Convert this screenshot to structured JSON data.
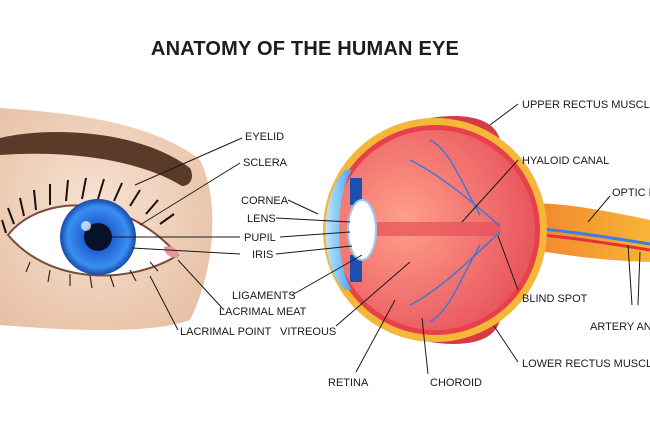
{
  "title": "ANATOMY OF THE HUMAN EYE",
  "labels": {
    "eyelid": "EYELID",
    "sclera": "SCLERA",
    "cornea": "CORNEA",
    "lens": "LENS",
    "pupil": "PUPIL",
    "iris": "IRIS",
    "ligaments": "LIGAMENTS",
    "lacrimal_meat": "LACRIMAL MEAT",
    "lacrimal_point": "LACRIMAL POINT",
    "vitreous": "VITREOUS",
    "retina": "RETINA",
    "choroid": "CHOROID",
    "upper_rectus_muscle": "UPPER RECTUS MUSCLE",
    "hyaloid_canal": "HYALOID CANAL",
    "optic_nerve": "OPTIC N",
    "blind_spot": "BLIND SPOT",
    "artery_and_vein": "ARTERY AND",
    "lower_rectus_muscle": "LOWER RECTUS MUSCLE"
  },
  "colors": {
    "iris": "#2f7fe0",
    "sclera_red": "#e8404a",
    "eyeball_pink": "#f26a6e",
    "nerve_orange": "#f5a623",
    "skin": "#f3d9c4"
  }
}
